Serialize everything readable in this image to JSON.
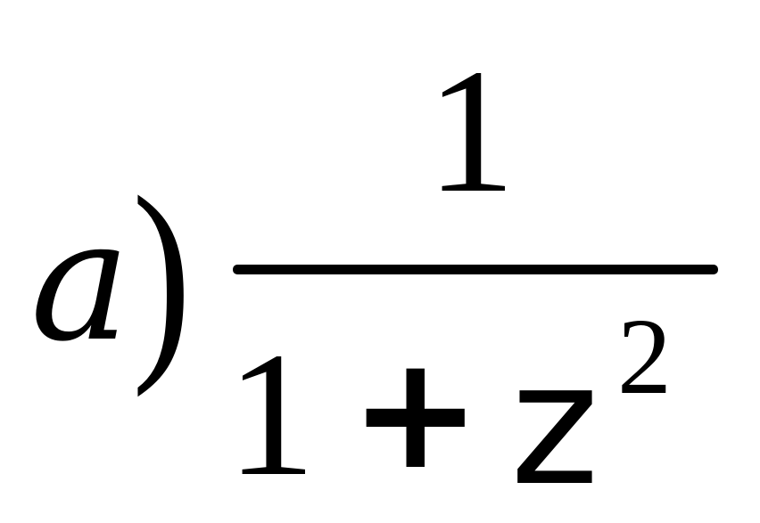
{
  "formula": {
    "label": {
      "letter": "a",
      "paren": ")"
    },
    "fraction": {
      "numerator": "1",
      "denominator": {
        "constant": "1",
        "operator": "+",
        "variable": "z",
        "exponent": "2"
      }
    }
  }
}
